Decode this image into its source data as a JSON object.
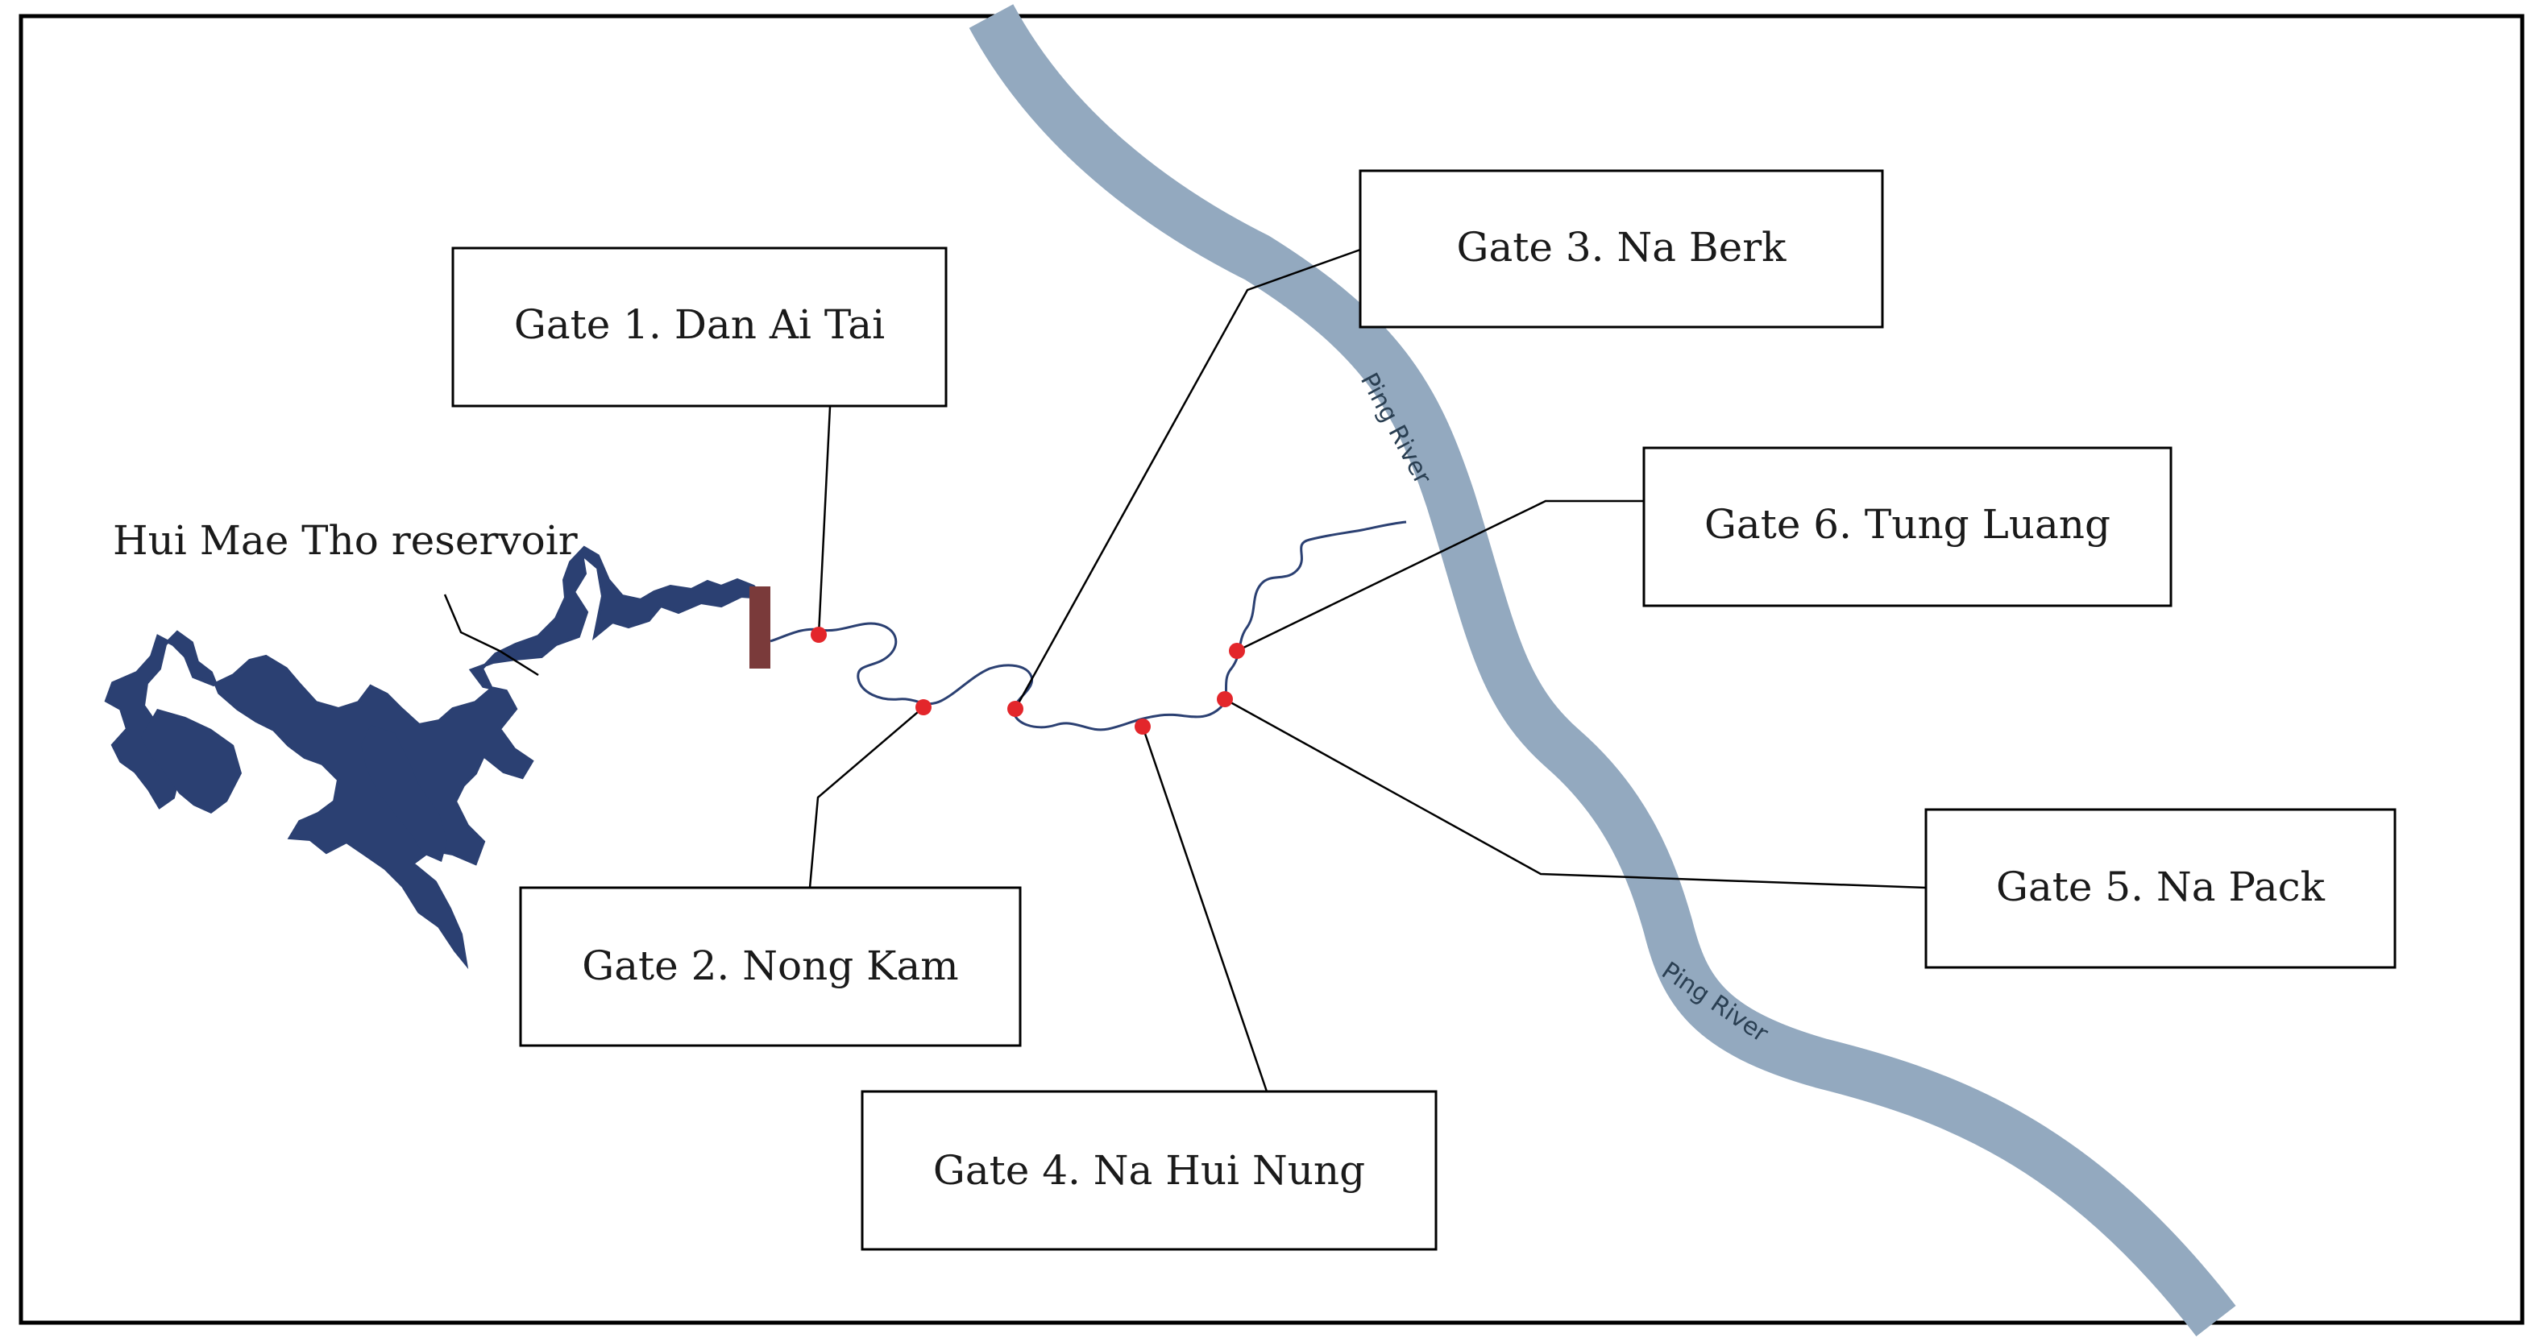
{
  "map": {
    "reservoir_label": "Hui Mae Tho reservoir",
    "river_labels": [
      "Ping River",
      "Ping River"
    ],
    "gates": [
      {
        "id": 1,
        "label": "Gate 1. Dan Ai Tai"
      },
      {
        "id": 2,
        "label": "Gate 2. Nong Kam"
      },
      {
        "id": 3,
        "label": "Gate 3. Na Berk"
      },
      {
        "id": 4,
        "label": "Gate 4. Na Hui Nung"
      },
      {
        "id": 5,
        "label": "Gate 5. Na Pack"
      },
      {
        "id": 6,
        "label": "Gate 6. Tung Luang"
      }
    ]
  },
  "colors": {
    "river": "#93a9bf",
    "reservoir": "#2b4072",
    "dam": "#7a3a3a",
    "gate_marker": "#e3262b",
    "canal": "#2b4072",
    "frame": "#000000"
  }
}
